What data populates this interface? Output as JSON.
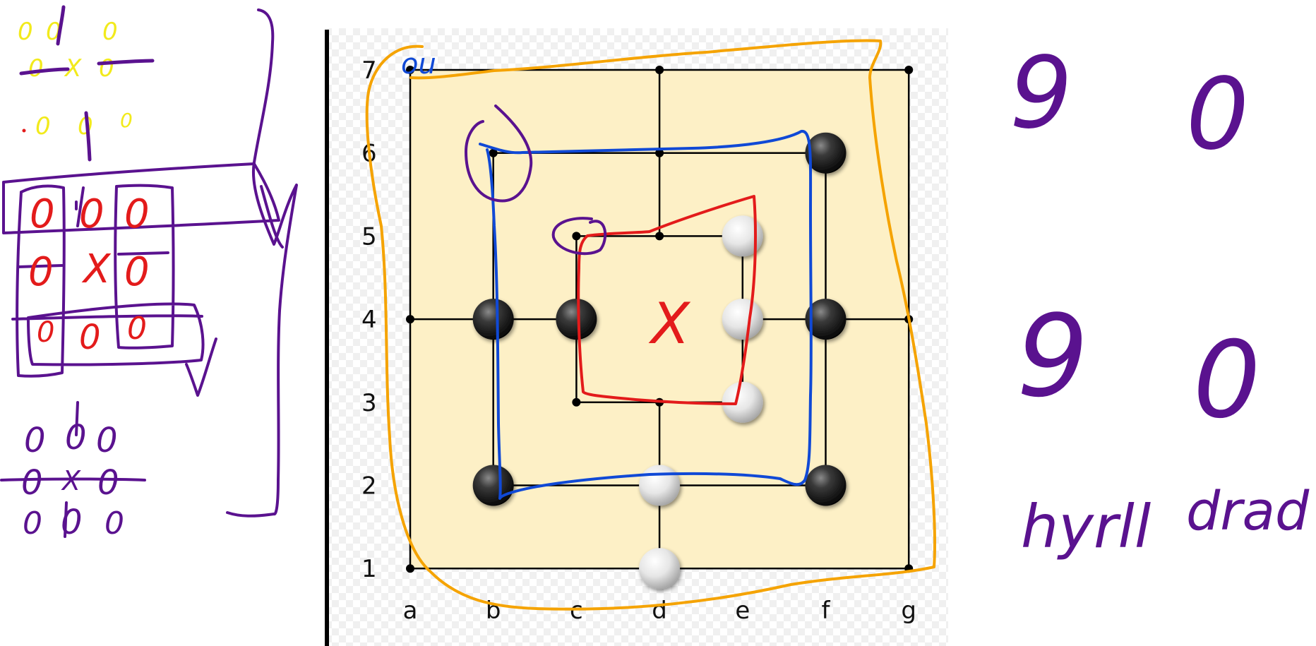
{
  "board": {
    "files": [
      "a",
      "b",
      "c",
      "d",
      "e",
      "f",
      "g"
    ],
    "ranks": [
      "7",
      "6",
      "5",
      "4",
      "3",
      "2",
      "1"
    ],
    "colors": {
      "board_fill": "#fdf0c6",
      "line": "#000000",
      "panel_checker": "#f0f0f0",
      "divider": "#000000"
    },
    "stones": [
      {
        "square": "f6",
        "color": "black"
      },
      {
        "square": "b4",
        "color": "black"
      },
      {
        "square": "c4",
        "color": "black"
      },
      {
        "square": "f4",
        "color": "black"
      },
      {
        "square": "b2",
        "color": "black"
      },
      {
        "square": "f2",
        "color": "black"
      },
      {
        "square": "e5",
        "color": "white"
      },
      {
        "square": "e4",
        "color": "white"
      },
      {
        "square": "e3",
        "color": "white"
      },
      {
        "square": "d2",
        "color": "white"
      },
      {
        "square": "d1",
        "color": "white"
      }
    ],
    "overlay_mark": "X",
    "corner_mark": "ou"
  },
  "annotations": {
    "ink_colors": {
      "yellow": "#f2ea1c",
      "purple": "#5a128f",
      "red": "#e31b1b",
      "blue": "#1049d6",
      "orange": "#f5a300"
    },
    "center_x": "X",
    "right_notes": {
      "top_left": "9",
      "top_right": "0",
      "mid_left": "9",
      "mid_right": "0",
      "bottom_left": "hyrll",
      "bottom_right": "drad"
    },
    "left_grid_red": [
      [
        "0",
        "0",
        "0"
      ],
      [
        "0",
        "X",
        "0"
      ],
      [
        "0",
        "0",
        "0"
      ]
    ],
    "left_grid_purple": [
      [
        "0",
        "0",
        "0"
      ],
      [
        "0",
        "X",
        "0"
      ],
      [
        "0",
        "0",
        "0"
      ]
    ],
    "left_grid_yellow": [
      [
        "0",
        "0",
        "0"
      ],
      [
        "0",
        "X",
        "0"
      ],
      [
        "0",
        "0",
        "0"
      ]
    ]
  }
}
